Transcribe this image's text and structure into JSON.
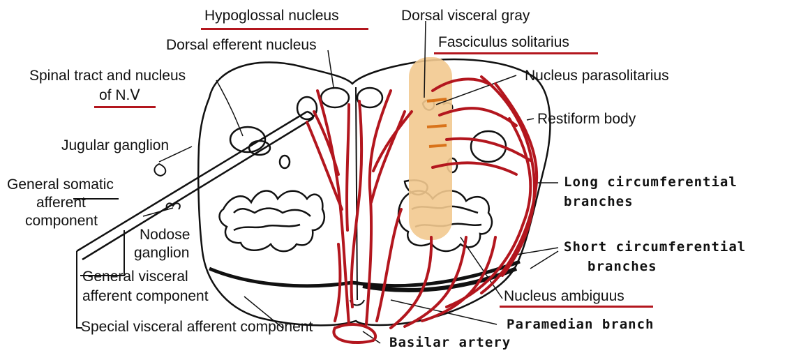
{
  "labels": {
    "hypoglossal_nucleus": "Hypoglossal nucleus",
    "dorsal_efferent_nucleus": "Dorsal efferent nucleus",
    "spinal_tract_line1": "Spinal tract and nucleus",
    "spinal_tract_line2": "of N.Ⅴ",
    "jugular_ganglion": "Jugular ganglion",
    "general_somatic_line1": "General somatic",
    "general_somatic_line2": "afferent",
    "general_somatic_line3": "component",
    "nodose_line1": "Nodose",
    "nodose_line2": "ganglion",
    "general_visceral_line1": "General visceral",
    "general_visceral_line2": "afferent component",
    "special_visceral": "Special visceral afferent component",
    "dorsal_visceral_gray": "Dorsal visceral gray",
    "fasciculus_solitarius": "Fasciculus solitarius",
    "nucleus_parasolitarius": "Nucleus parasolitarius",
    "restiform_body": "Restiform body",
    "long_circ_line1": "Long circumferential",
    "long_circ_line2": "branches",
    "short_circ_line1": "Short circumferential",
    "short_circ_line2": "branches",
    "nucleus_ambiguus": "Nucleus ambiguus",
    "paramedian_branch": "Paramedian branch",
    "basilar_artery": "Basilar artery"
  },
  "colors": {
    "vessel": "#b3161e",
    "highlight": "#f2c98f",
    "outline": "#111111"
  }
}
